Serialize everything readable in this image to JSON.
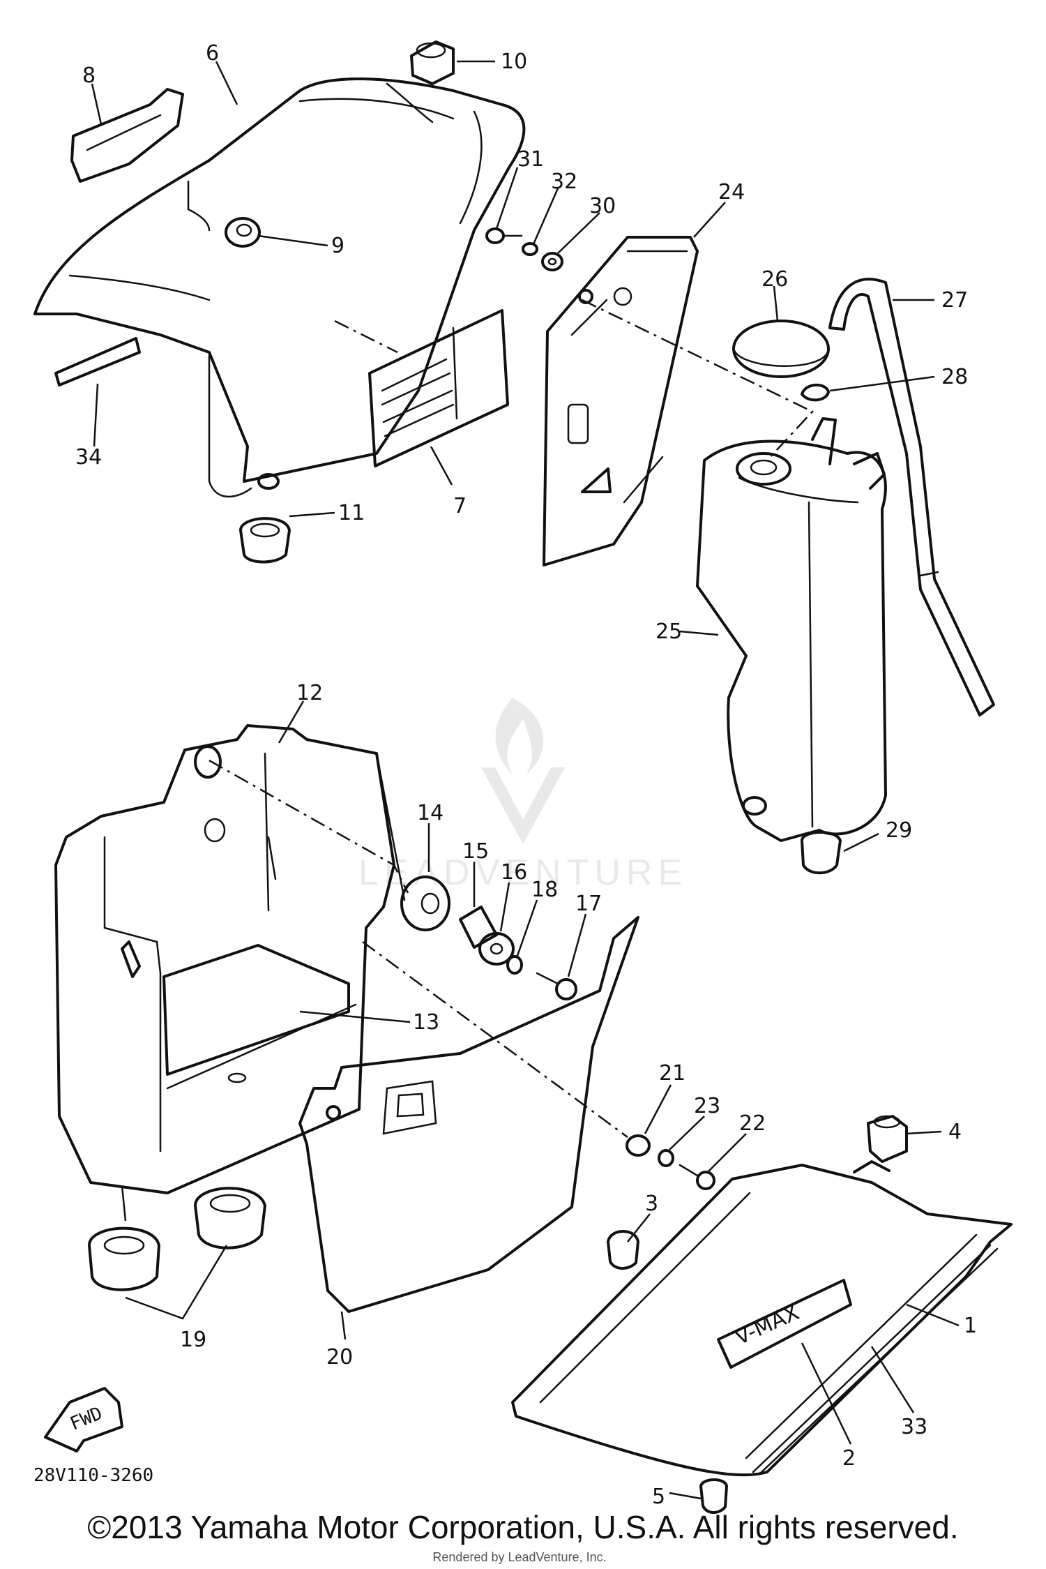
{
  "callouts": {
    "p1": "1",
    "p2": "2",
    "p3": "3",
    "p4": "4",
    "p5": "5",
    "p6": "6",
    "p7": "7",
    "p8": "8",
    "p9": "9",
    "p10": "10",
    "p11": "11",
    "p12": "12",
    "p13": "13",
    "p14": "14",
    "p15": "15",
    "p16": "16",
    "p17": "17",
    "p18": "18",
    "p19": "19",
    "p20": "20",
    "p21": "21",
    "p22": "22",
    "p23": "23",
    "p24": "24",
    "p25": "25",
    "p26": "26",
    "p27": "27",
    "p28": "28",
    "p29": "29",
    "p30": "30",
    "p31": "31",
    "p32": "32",
    "p33": "33",
    "p34": "34"
  },
  "fwd_arrow_label": "FWD",
  "emblem_text": "V-MAX",
  "diagram_code": "28V110-3260",
  "copyright": "©2013 Yamaha Motor Corporation, U.S.A. All rights reserved.",
  "rendered_by": "Rendered by LeadVenture, Inc.",
  "watermark": "LEADVENTURE"
}
